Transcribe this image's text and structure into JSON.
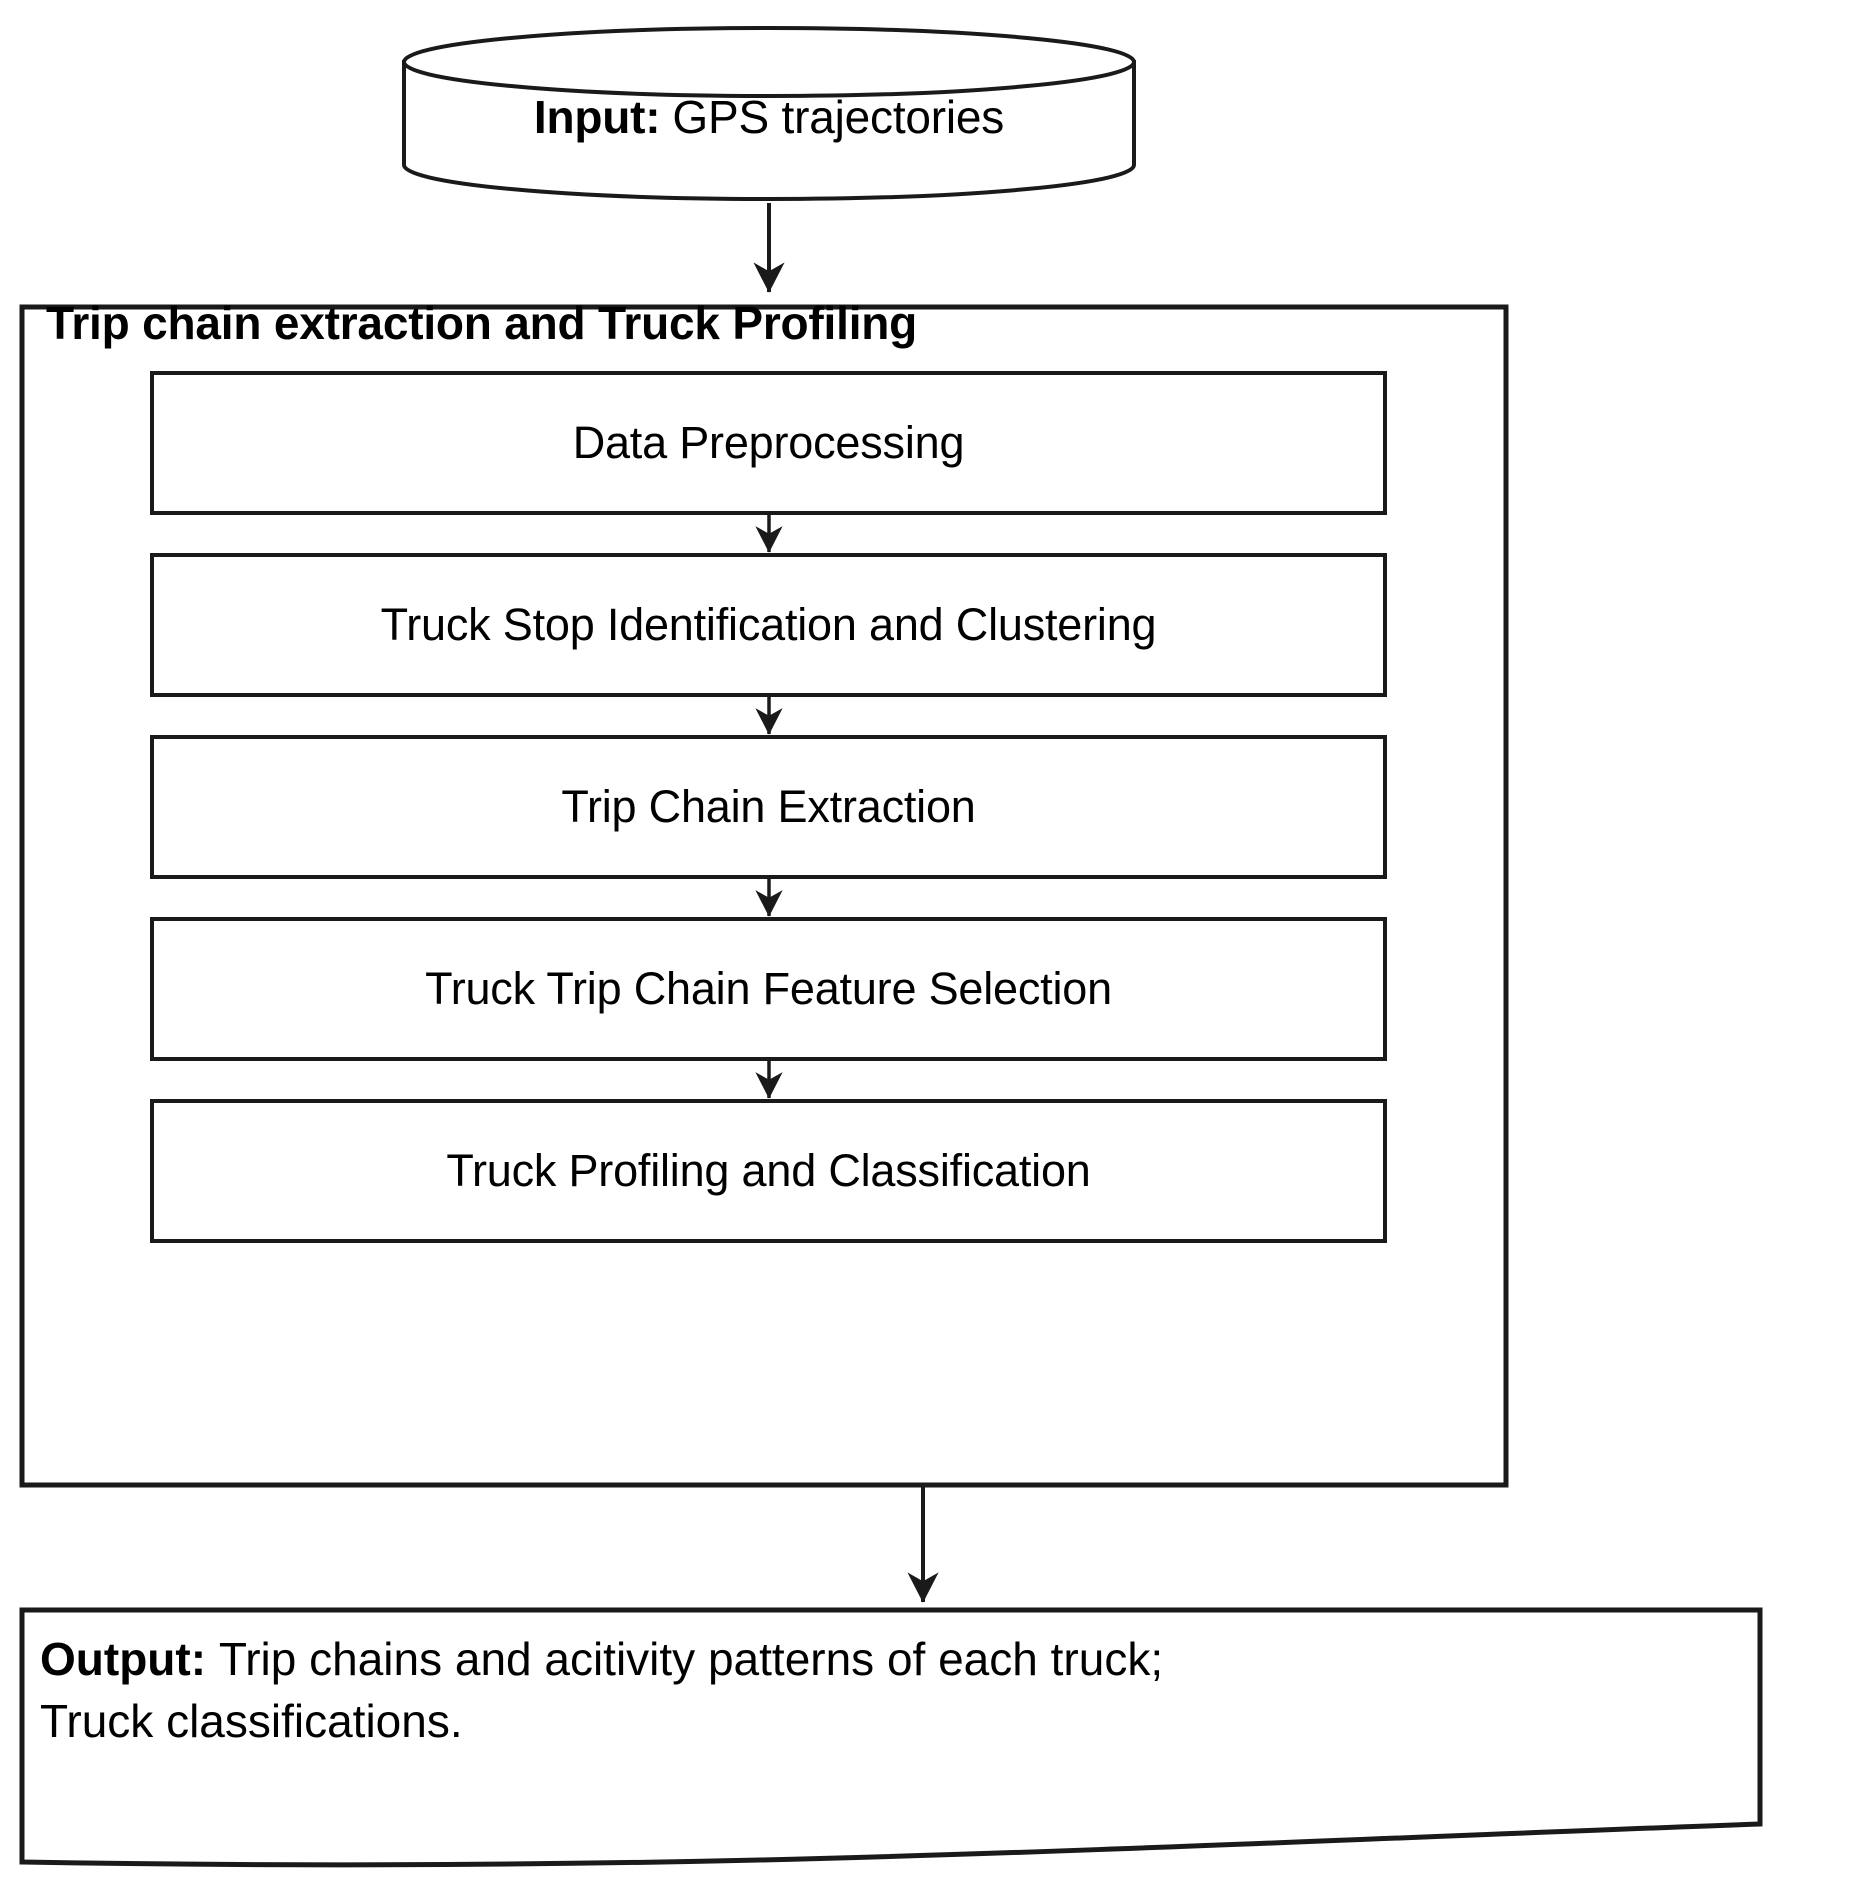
{
  "diagram": {
    "type": "flowchart",
    "title": "Trip chain extraction and Truck Profiling methodology flowchart",
    "input": {
      "shape": "cylinder",
      "prefix": "Input:",
      "text": "GPS trajectories",
      "full_text": "Input: GPS trajectories"
    },
    "container": {
      "shape": "rectangle",
      "title": "Trip chain extraction and Truck Profiling"
    },
    "steps": [
      {
        "id": 1,
        "label": "Data Preprocessing"
      },
      {
        "id": 2,
        "label": "Truck Stop Identification and Clustering"
      },
      {
        "id": 3,
        "label": "Trip Chain Extraction"
      },
      {
        "id": 4,
        "label": "Truck Trip Chain Feature Selection"
      },
      {
        "id": 5,
        "label": "Truck Profiling and Classification"
      }
    ],
    "output": {
      "shape": "document",
      "prefix": "Output:",
      "line1": "Trip chains and acitivity patterns of each truck;",
      "line2": "Truck classifications.",
      "full_text": "Output: Trip chains and acitivity patterns of each truck; Truck classifications."
    },
    "connectors": [
      {
        "from": "input",
        "to": "container",
        "style": "arrow-down"
      },
      {
        "from": "step-1",
        "to": "step-2",
        "style": "arrow-down"
      },
      {
        "from": "step-2",
        "to": "step-3",
        "style": "arrow-down"
      },
      {
        "from": "step-3",
        "to": "step-4",
        "style": "arrow-down"
      },
      {
        "from": "step-4",
        "to": "step-5",
        "style": "arrow-down"
      },
      {
        "from": "container",
        "to": "output",
        "style": "arrow-down"
      }
    ],
    "colors": {
      "stroke": "#1a1a1a",
      "fill": "#ffffff",
      "text": "#000000",
      "background": "#ffffff"
    }
  }
}
